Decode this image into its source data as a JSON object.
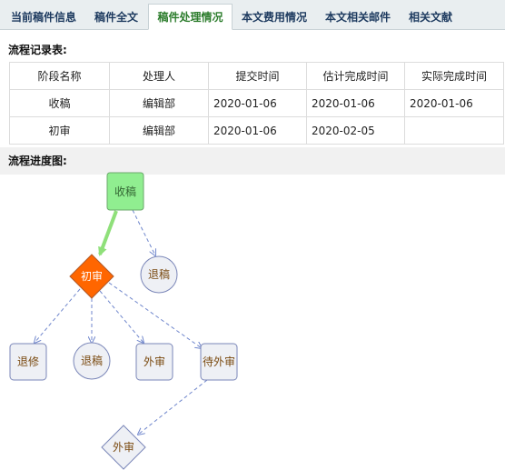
{
  "tabs": [
    {
      "label": "当前稿件信息",
      "active": false
    },
    {
      "label": "稿件全文",
      "active": false
    },
    {
      "label": "稿件处理情况",
      "active": true
    },
    {
      "label": "本文费用情况",
      "active": false
    },
    {
      "label": "本文相关邮件",
      "active": false
    },
    {
      "label": "相关文献",
      "active": false
    }
  ],
  "record_section": {
    "title": "流程记录表:",
    "headers": [
      "阶段名称",
      "处理人",
      "提交时间",
      "估计完成时间",
      "实际完成时间"
    ],
    "rows": [
      [
        "收稿",
        "编辑部",
        "2020-01-06",
        "2020-01-06",
        "2020-01-06"
      ],
      [
        "初审",
        "编辑部",
        "2020-01-06",
        "2020-02-05",
        ""
      ]
    ]
  },
  "progress_section": {
    "title": "流程进度图:",
    "nodes": {
      "receive": "收稿",
      "initial_review": "初审",
      "reject_1": "退稿",
      "revise": "退修",
      "reject_2": "退稿",
      "external_review": "外审",
      "pending_external": "待外审",
      "external_review_2": "外审"
    }
  },
  "colors": {
    "active_tab_text": "#2d7d2d",
    "tab_text": "#1d3a5f",
    "done_node_fill": "#90ee90",
    "current_node_fill": "#ff6600",
    "pending_node_fill": "#eef0f5",
    "pending_node_stroke": "#7a86b8",
    "done_edge": "#8fe07a",
    "pending_edge": "#6f86cc"
  }
}
